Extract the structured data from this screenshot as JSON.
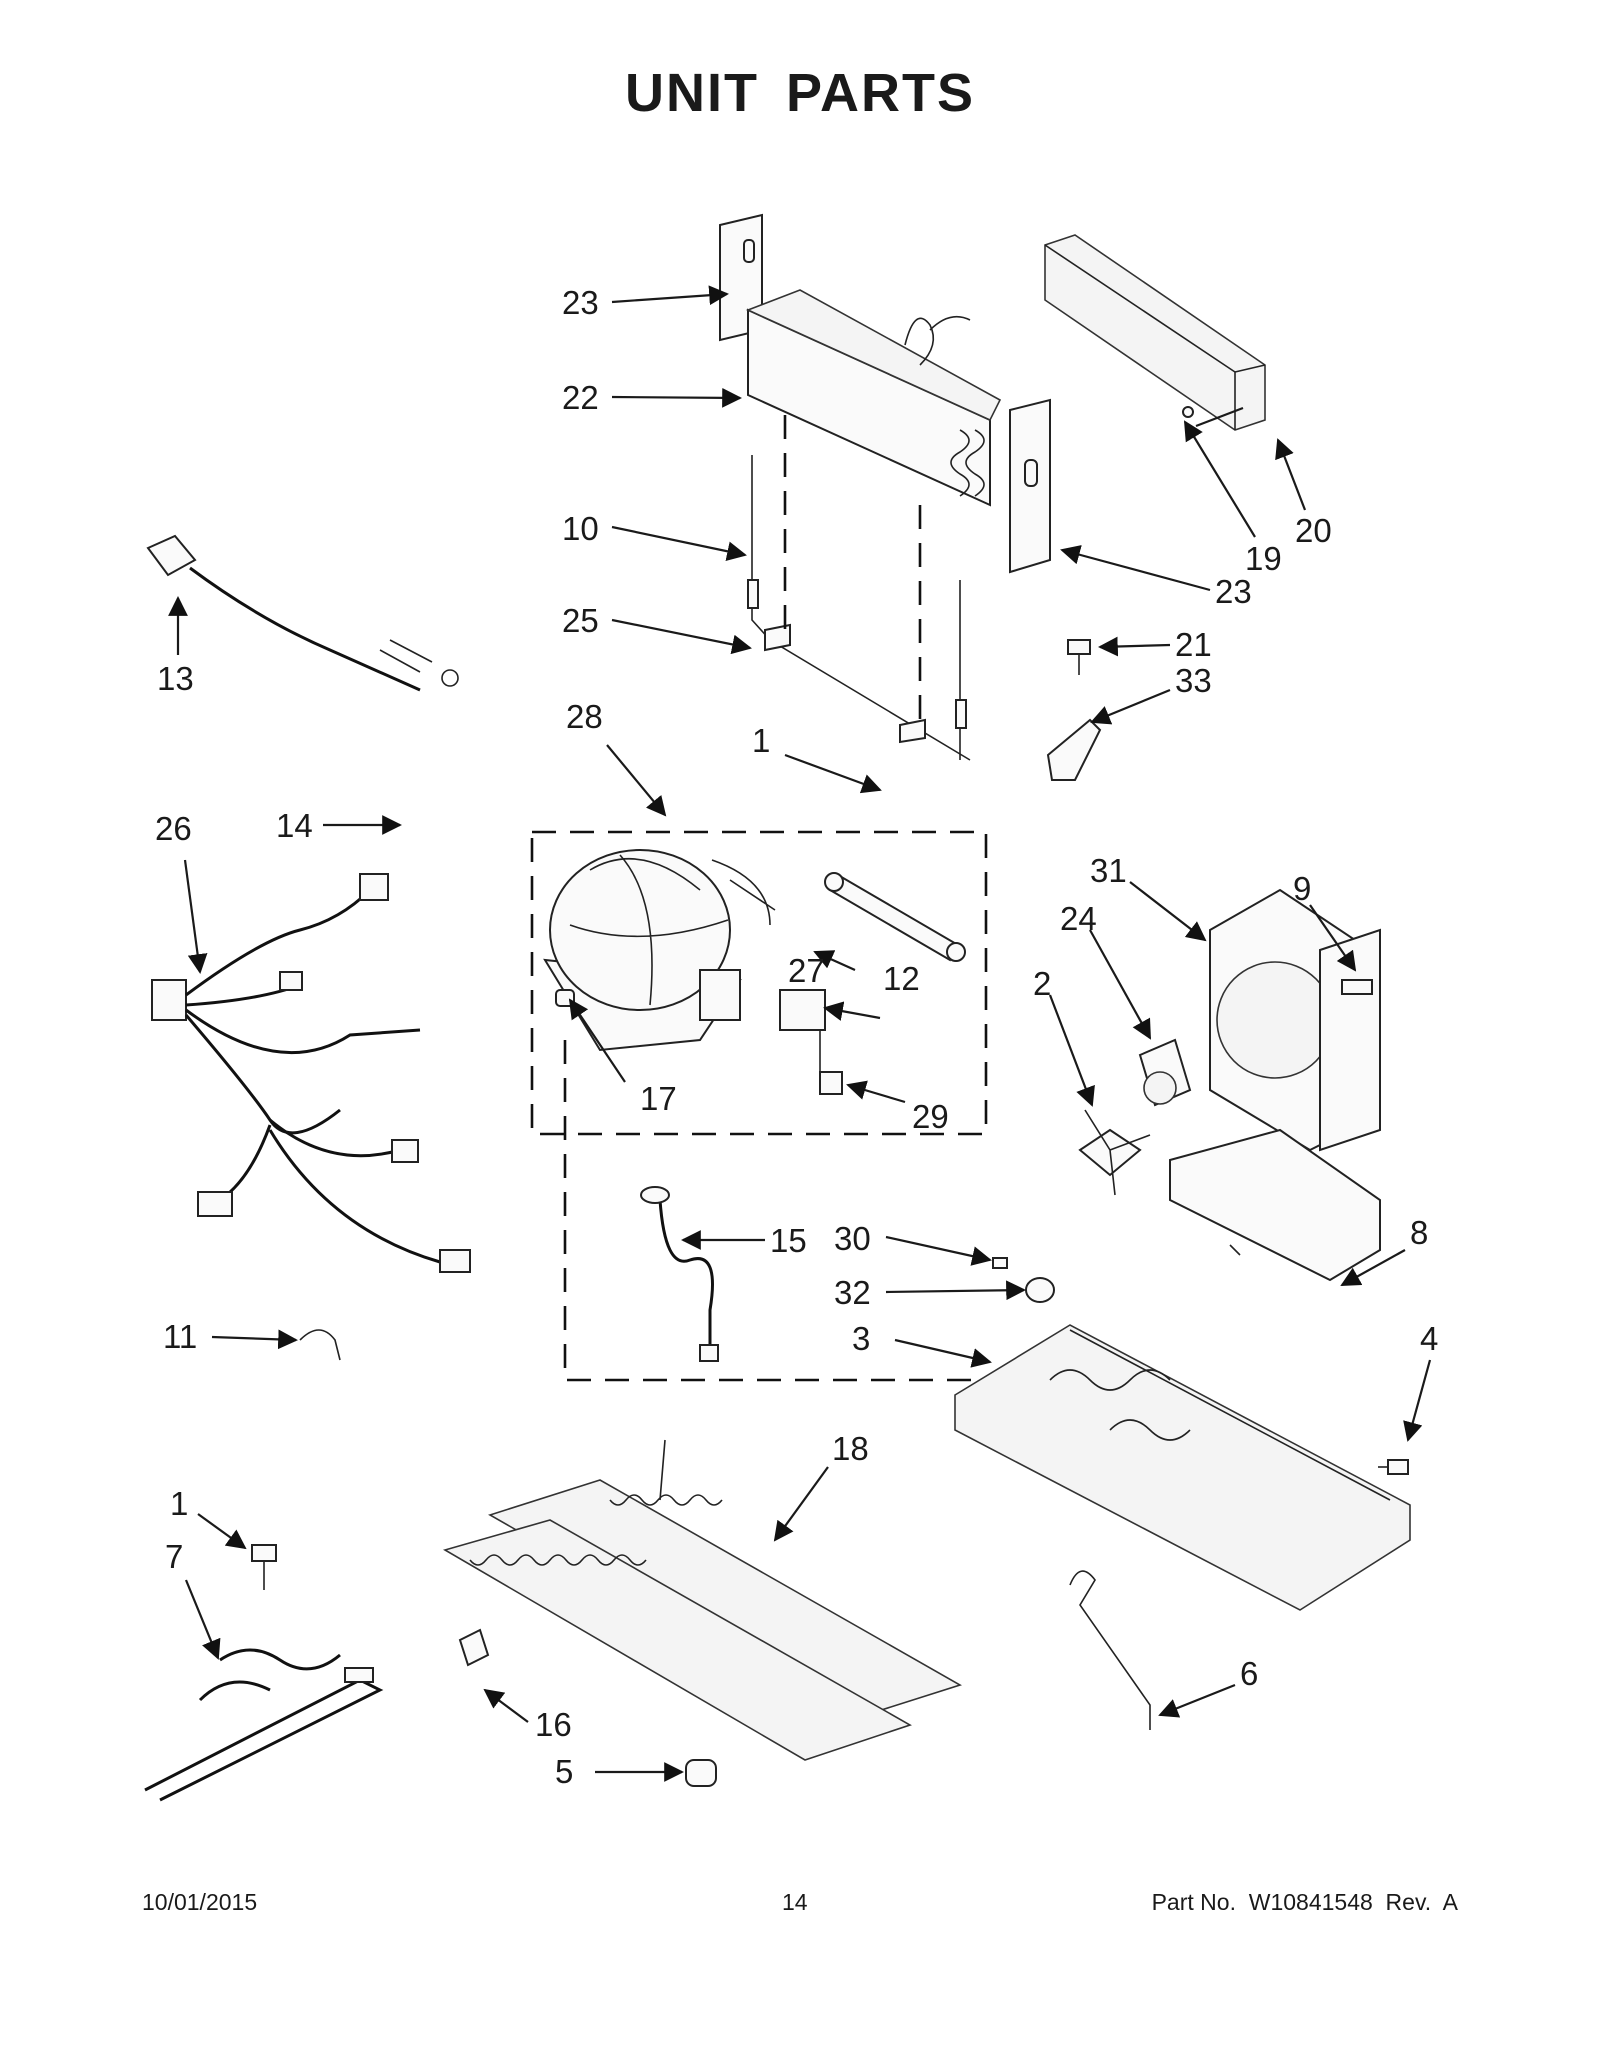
{
  "title": "UNIT PARTS",
  "footer": {
    "date": "10/01/2015",
    "page": "14",
    "part_number": "Part No.  W10841548  Rev.  A"
  },
  "callouts": [
    {
      "id": "c23a",
      "label": "23"
    },
    {
      "id": "c22",
      "label": "22"
    },
    {
      "id": "c10",
      "label": "10"
    },
    {
      "id": "c25",
      "label": "25"
    },
    {
      "id": "c23b",
      "label": "23"
    },
    {
      "id": "c19",
      "label": "19"
    },
    {
      "id": "c20",
      "label": "20"
    },
    {
      "id": "c13",
      "label": "13"
    },
    {
      "id": "c21",
      "label": "21"
    },
    {
      "id": "c33",
      "label": "33"
    },
    {
      "id": "c28",
      "label": "28"
    },
    {
      "id": "c1a",
      "label": "1"
    },
    {
      "id": "c26",
      "label": "26"
    },
    {
      "id": "c14",
      "label": "14"
    },
    {
      "id": "c27",
      "label": "27"
    },
    {
      "id": "c12",
      "label": "12"
    },
    {
      "id": "c17",
      "label": "17"
    },
    {
      "id": "c29",
      "label": "29"
    },
    {
      "id": "c31",
      "label": "31"
    },
    {
      "id": "c9",
      "label": "9"
    },
    {
      "id": "c24",
      "label": "24"
    },
    {
      "id": "c2",
      "label": "2"
    },
    {
      "id": "c15",
      "label": "15"
    },
    {
      "id": "c30",
      "label": "30"
    },
    {
      "id": "c32",
      "label": "32"
    },
    {
      "id": "c8",
      "label": "8"
    },
    {
      "id": "c3",
      "label": "3"
    },
    {
      "id": "c4",
      "label": "4"
    },
    {
      "id": "c11",
      "label": "11"
    },
    {
      "id": "c18",
      "label": "18"
    },
    {
      "id": "c1b",
      "label": "1"
    },
    {
      "id": "c7",
      "label": "7"
    },
    {
      "id": "c6",
      "label": "6"
    },
    {
      "id": "c16",
      "label": "16"
    },
    {
      "id": "c5",
      "label": "5"
    }
  ]
}
